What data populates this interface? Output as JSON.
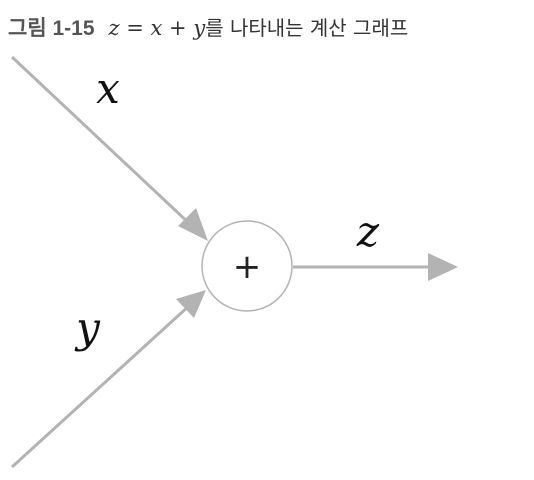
{
  "caption": {
    "figure_label": "그림 1-15",
    "equation": "z = x + y",
    "text": "를 나타내는 계산 그래프"
  },
  "diagram": {
    "input_x_label": "x",
    "input_y_label": "y",
    "output_label": "z",
    "node_operator": "+",
    "colors": {
      "edge": "#b3b3b3",
      "node_stroke": "#b3b3b3",
      "text": "#111111"
    }
  }
}
